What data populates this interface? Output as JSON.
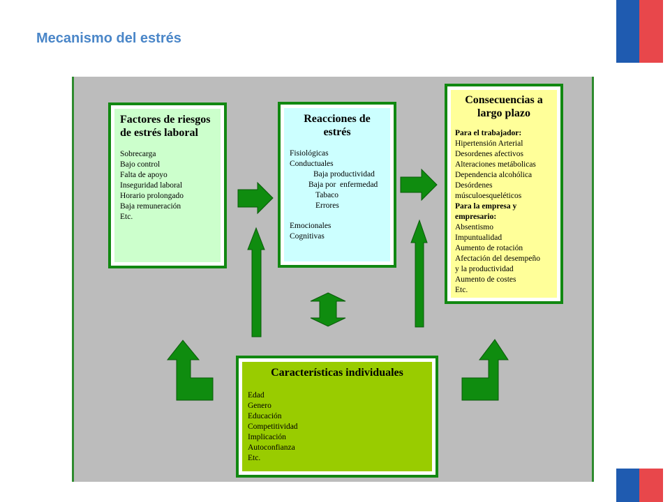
{
  "title": "Mecanismo del estrés",
  "colors": {
    "title": "#4a86c8",
    "flag_blue": "#1f5bb0",
    "flag_red": "#e8474b",
    "background": "#bcbcbc",
    "border_green": "#118811",
    "arrow_green": "#0f8c0f",
    "factores_fill": "#ccffcc",
    "reacciones_fill": "#ccffff",
    "consecuencias_fill": "#ffff99",
    "caracteristicas_fill": "#99cc00"
  },
  "factores": {
    "title": "Factores de riesgos de estrés laboral",
    "items": [
      "Sobrecarga",
      "Bajo control",
      "Falta de apoyo",
      "Inseguridad laboral",
      "Horario prolongado",
      "Baja remuneración",
      "Etc."
    ]
  },
  "reacciones": {
    "title": "Reacciones de estrés",
    "items": [
      "Fisiológicas",
      "Conductuales",
      "Baja productividad",
      "Baja por  enfermedad",
      "Tabaco",
      "Errores",
      "Emocionales",
      "Cognitivas"
    ]
  },
  "consecuencias": {
    "title": "Consecuencias a largo plazo",
    "trabajador_heading": "Para el trabajador:",
    "trabajador_items": [
      "Hipertensión Arterial",
      "Desordenes afectivos",
      "Alteraciones metábolicas",
      "Dependencia alcohólica",
      "Desórdenes",
      "músculoesqueléticos"
    ],
    "empresa_heading": "Para la empresa y empresario:",
    "empresa_items": [
      "Absentismo",
      "Impuntualidad",
      "Aumento de rotación",
      "Afectación del desempeño",
      "y la productividad",
      "Aumento de costes",
      "Etc."
    ]
  },
  "caracteristicas": {
    "title": "Características individuales",
    "items": [
      "Edad",
      "Genero",
      "Educación",
      "Competitividad",
      "Implicación",
      "Autoconfianza",
      "Etc."
    ]
  }
}
